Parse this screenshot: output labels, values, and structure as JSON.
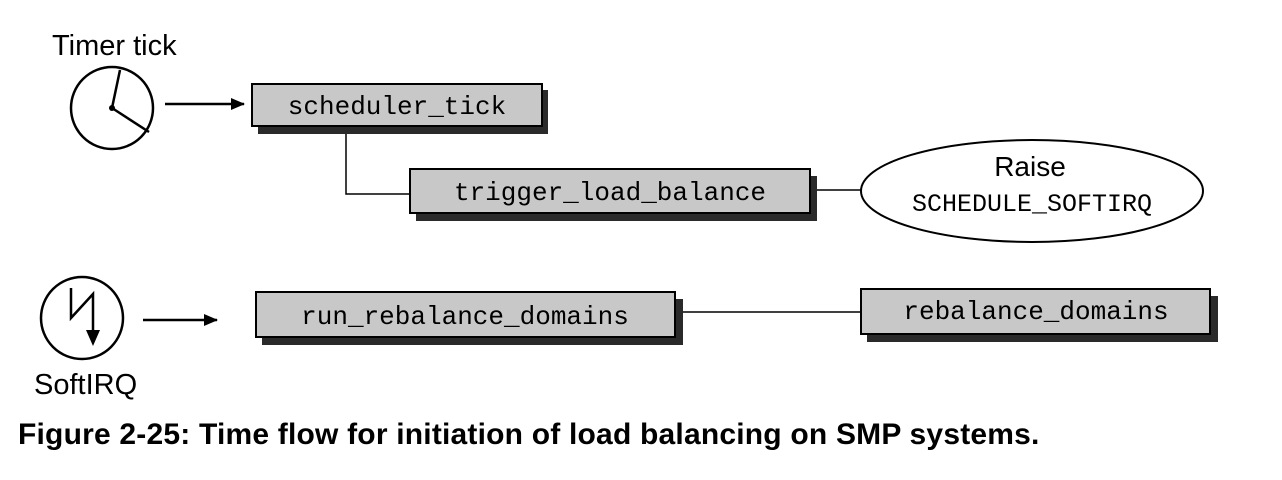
{
  "labels": {
    "timer_tick": "Timer tick",
    "softirq": "SoftIRQ"
  },
  "functions": {
    "scheduler_tick": "scheduler_tick",
    "trigger_load_balance": "trigger_load_balance",
    "run_rebalance_domains": "run_rebalance_domains",
    "rebalance_domains": "rebalance_domains"
  },
  "raise_node": {
    "line1": "Raise",
    "line2": "SCHEDULE_SOFTIRQ"
  },
  "caption": "Figure 2-25: Time flow for initiation of load balancing on SMP systems.",
  "icons": {
    "timer": "clock-icon",
    "softirq": "lightning-bolt-icon"
  },
  "colors": {
    "box_fill": "#c8c8c8",
    "shadow": "#2a2a2a",
    "stroke": "#000000"
  }
}
